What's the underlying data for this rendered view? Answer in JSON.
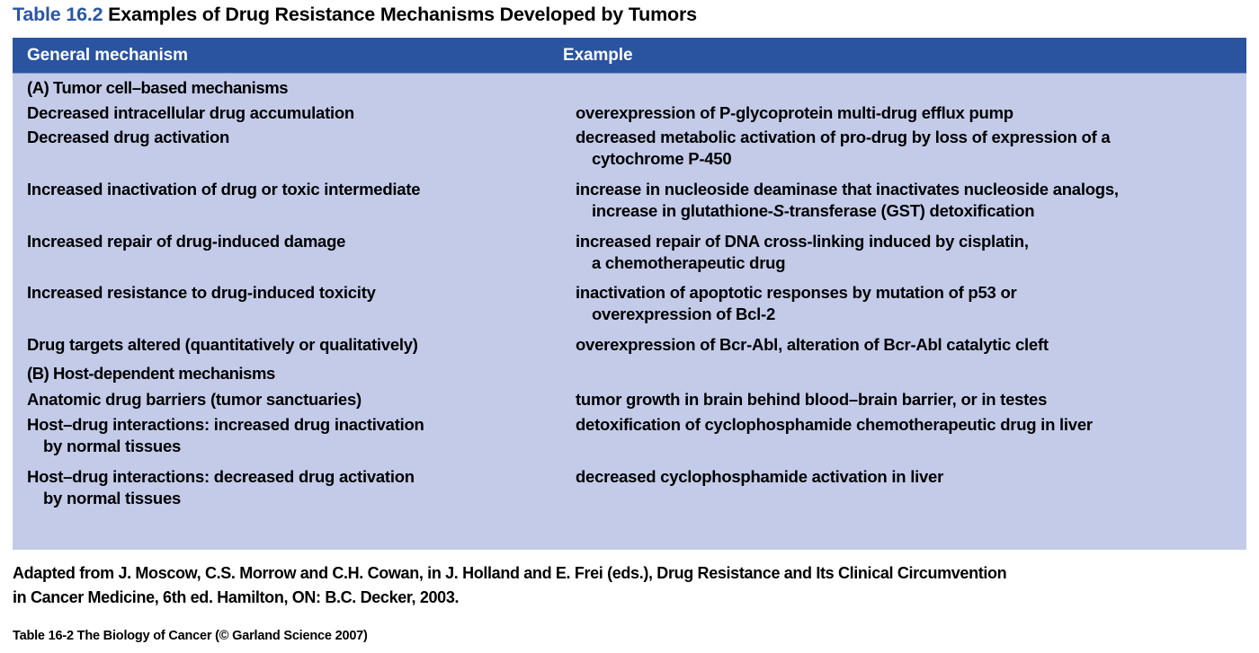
{
  "title": {
    "number": "Table 16.2",
    "text": " Examples of Drug Resistance Mechanisms Developed by Tumors",
    "accent_color": "#2a56a7"
  },
  "table": {
    "header": {
      "col_mechanism": "General mechanism",
      "col_example": "Example",
      "background_color": "#2a53a0",
      "text_color": "#ffffff"
    },
    "body_background_color": "#c3cbe9",
    "sections": [
      {
        "label": "(A) Tumor cell–based mechanisms",
        "rows": [
          {
            "mechanism": [
              "Decreased intracellular drug accumulation"
            ],
            "example": [
              "overexpression of P-glycoprotein multi-drug efflux pump"
            ]
          },
          {
            "mechanism": [
              "Decreased drug activation"
            ],
            "example": [
              "decreased metabolic activation of pro-drug by loss of expression of a",
              "cytochrome P-450"
            ]
          },
          {
            "mechanism": [
              "Increased inactivation of drug or toxic intermediate"
            ],
            "example_line1_pre": "increase in nucleoside deaminase that inactivates nucleoside analogs,",
            "example_line2_pre": "increase in glutathione-",
            "example_line2_italic": "S",
            "example_line2_post": "-transferase (GST) detoxification",
            "example": []
          },
          {
            "mechanism": [
              "Increased repair of drug-induced damage"
            ],
            "example": [
              "increased repair of DNA cross-linking induced by cisplatin,",
              "a chemotherapeutic drug"
            ]
          },
          {
            "mechanism": [
              "Increased resistance to drug-induced toxicity"
            ],
            "example": [
              "inactivation of apoptotic responses by mutation of p53 or",
              "overexpression of Bcl-2"
            ]
          },
          {
            "mechanism": [
              "Drug targets altered (quantitatively or qualitatively)"
            ],
            "example": [
              "overexpression of Bcr-Abl, alteration of Bcr-Abl catalytic cleft"
            ]
          }
        ]
      },
      {
        "label": "(B) Host-dependent mechanisms",
        "rows": [
          {
            "mechanism": [
              "Anatomic drug barriers (tumor sanctuaries)"
            ],
            "example": [
              "tumor growth in brain behind blood–brain barrier, or in testes"
            ]
          },
          {
            "mechanism": [
              "Host–drug interactions: increased drug inactivation",
              "by normal tissues"
            ],
            "example": [
              "detoxification of cyclophosphamide chemotherapeutic drug in liver"
            ]
          },
          {
            "mechanism": [
              "Host–drug interactions: decreased drug activation",
              "by normal tissues"
            ],
            "example": [
              "decreased cyclophosphamide activation in liver"
            ]
          }
        ]
      }
    ]
  },
  "footer": {
    "attribution_line1": "Adapted from J. Moscow, C.S. Morrow and C.H. Cowan, in J. Holland and E. Frei (eds.), Drug Resistance and Its Clinical Circumvention",
    "attribution_line2": "in Cancer Medicine, 6th ed. Hamilton, ON: B.C. Decker, 2003.",
    "credit": "Table 16-2  The Biology of Cancer (© Garland Science 2007)"
  }
}
